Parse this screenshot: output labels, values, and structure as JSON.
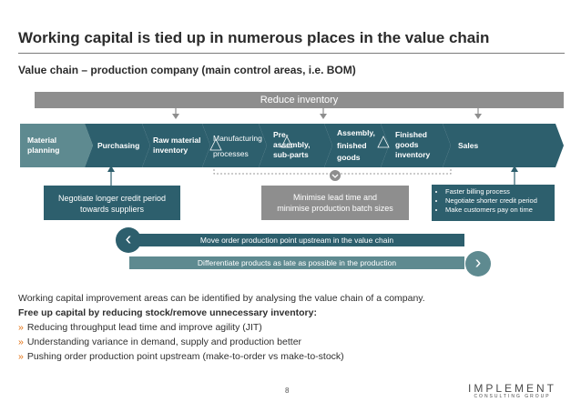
{
  "title": "Working capital is tied up in numerous places in the value chain",
  "subtitle": "Value chain – production company (main control areas, i.e. BOM)",
  "reduce_inventory": "Reduce inventory",
  "chain": {
    "s1": [
      "Material",
      "planning"
    ],
    "s2": [
      "Purchasing"
    ],
    "s3": [
      "Raw material",
      "inventory"
    ],
    "s4": [
      "Manufacturing",
      "processes"
    ],
    "s5": [
      "Pre-",
      "assembly,",
      "sub-parts"
    ],
    "s6": [
      "Assembly,",
      "finished",
      "goods"
    ],
    "s7": [
      "Finished",
      "goods",
      "inventory"
    ],
    "s8": [
      "Sales"
    ]
  },
  "colors": {
    "dark_teal": "#2d5f6d",
    "mid_teal": "#5e8a90",
    "gray": "#8e8e8e",
    "accent": "#e36c0a"
  },
  "boxes": {
    "left": [
      "Negotiate longer credit period",
      "towards suppliers"
    ],
    "middle": [
      "Minimise lead time and",
      "minimise production batch sizes"
    ],
    "right": [
      "Faster billing process",
      "Negotiate shorter credit period",
      "Make customers pay on time"
    ]
  },
  "bands": {
    "upstream": "Move order production point upstream in the value chain",
    "differentiate": "Differentiate products as late as possible in the production",
    "left_chevron": "‹",
    "right_chevron": "›"
  },
  "body": {
    "intro": "Working capital improvement areas can be identified by analysing the value chain of a company.",
    "bold": "Free up capital by reducing stock/remove unnecessary inventory:",
    "bullets": [
      "Reducing throughput lead time and improve agility (JIT)",
      "Understanding variance in demand, supply and production better",
      "Pushing order production point upstream (make-to-order vs make-to-stock)"
    ],
    "bullet_marker": "»"
  },
  "page_number": "8",
  "logo": {
    "line1": "IMPLEMENT",
    "line2": "CONSULTING GROUP"
  }
}
